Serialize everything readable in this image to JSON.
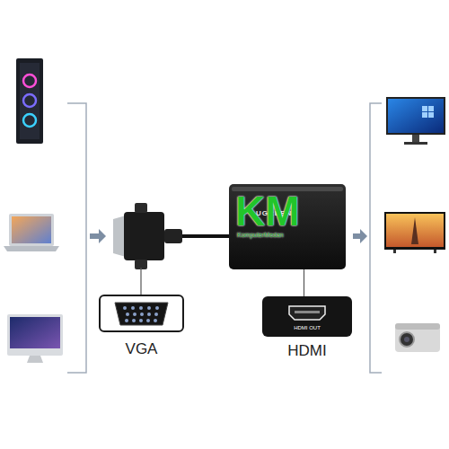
{
  "diagram": {
    "nodes": [
      {
        "text": [
          "UGREEN"
        ]
      },
      {
        "text": [
          "VGA"
        ]
      },
      {
        "text": [
          "HDMI OUT",
          "HDMI"
        ]
      }
    ],
    "edges": [
      {
        "from": 2,
        "to": 0,
        "arrow": "none"
      }
    ],
    "labels": [
      "KM",
      "KomputerMedan"
    ]
  }
}
